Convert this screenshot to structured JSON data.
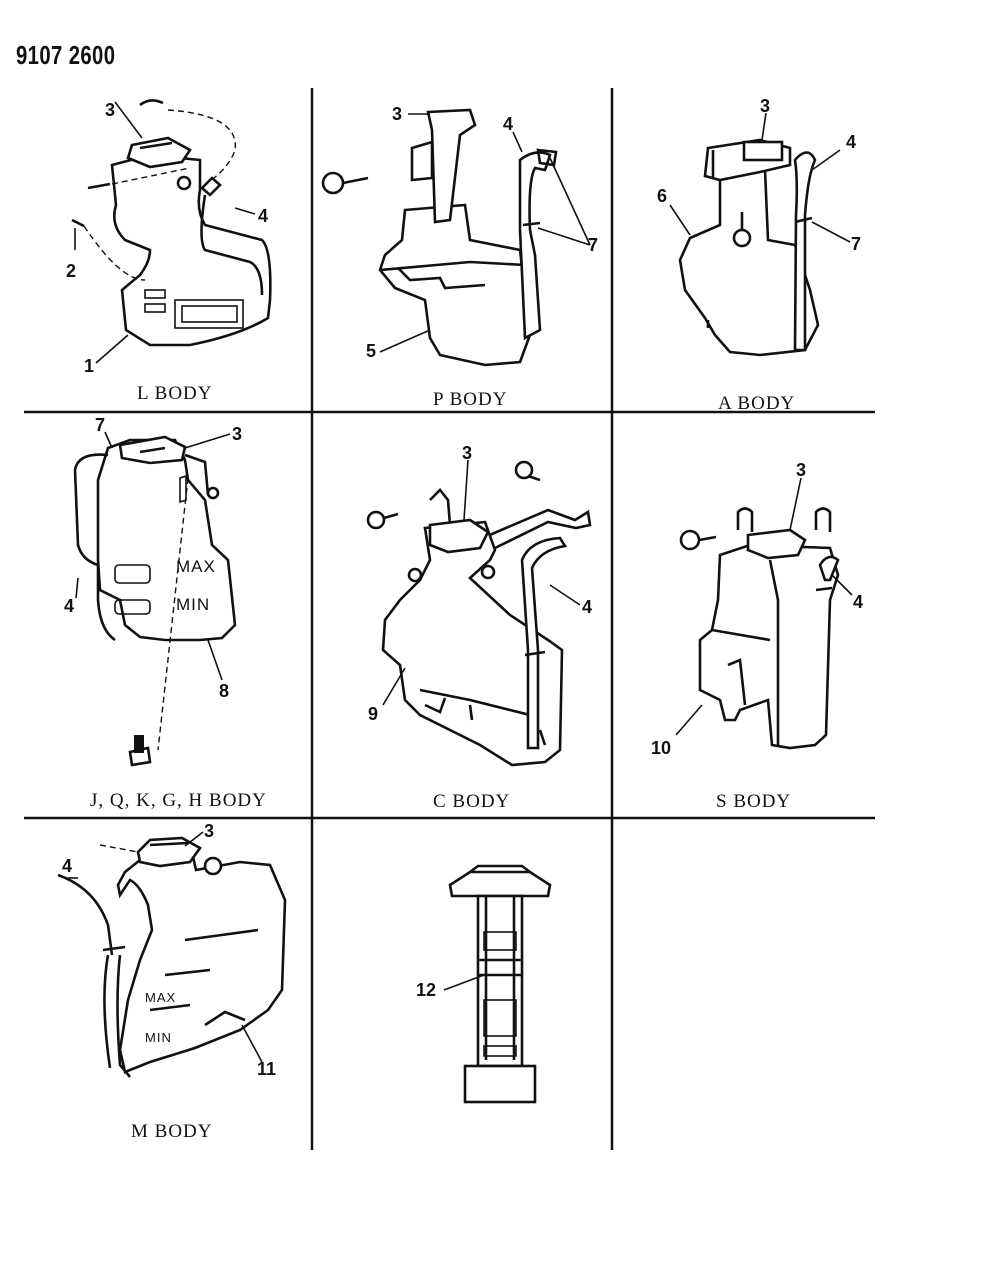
{
  "document_number": "9107 2600",
  "captions": {
    "l_body": "L BODY",
    "p_body": "P BODY",
    "a_body": "A BODY",
    "jqkgh_body": "J, Q, K, G, H BODY",
    "c_body": "C BODY",
    "s_body": "S BODY",
    "m_body": "M BODY"
  },
  "callouts": {
    "l": [
      "3",
      "4",
      "2",
      "1"
    ],
    "p": [
      "3",
      "4",
      "7",
      "5"
    ],
    "a": [
      "3",
      "4",
      "6",
      "7"
    ],
    "j": [
      "7",
      "3",
      "4",
      "8"
    ],
    "c": [
      "3",
      "4",
      "9"
    ],
    "s": [
      "3",
      "4",
      "10"
    ],
    "m": [
      "3",
      "4",
      "11"
    ],
    "pump": [
      "12"
    ]
  },
  "tank_markings": {
    "max": "MAX",
    "min": "MIN"
  }
}
